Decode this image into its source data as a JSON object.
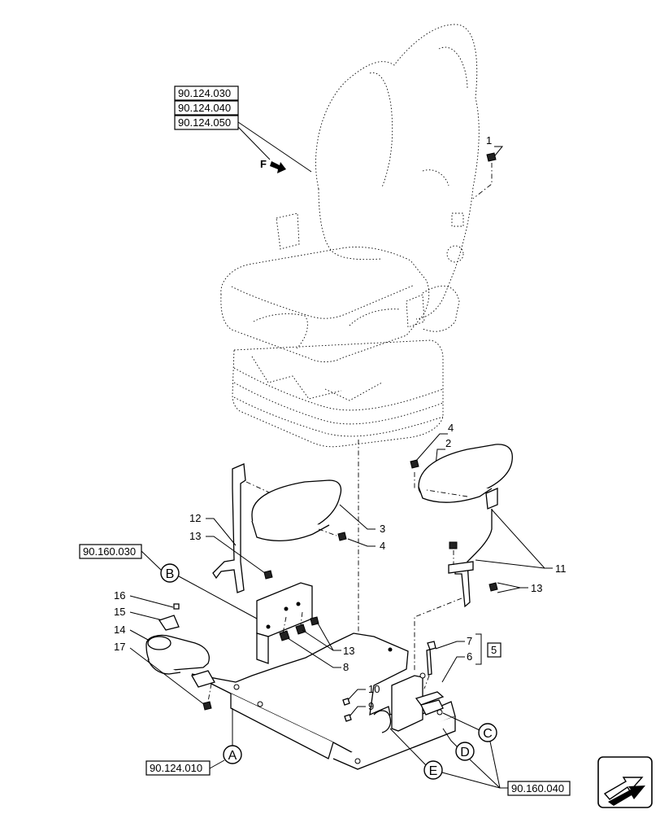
{
  "refs": {
    "seat_1": "90.124.030",
    "seat_2": "90.124.040",
    "seat_3": "90.124.050",
    "ref_b": "90.160.030",
    "ref_a": "90.124.010",
    "ref_cde": "90.160.040",
    "kit": "5"
  },
  "callouts": {
    "c1": "1",
    "c2": "2",
    "c3": "3",
    "c4a": "4",
    "c4b": "4",
    "c6": "6",
    "c7": "7",
    "c8": "8",
    "c9": "9",
    "c10": "10",
    "c11": "11",
    "c12": "12",
    "c13a": "13",
    "c13b": "13",
    "c13c": "13",
    "c14": "14",
    "c15": "15",
    "c16": "16",
    "c17": "17"
  },
  "letters": {
    "a": "A",
    "b": "B",
    "c": "C",
    "d": "D",
    "e": "E"
  },
  "forward": "F",
  "nav_icon": "next-page-arrow-icon"
}
